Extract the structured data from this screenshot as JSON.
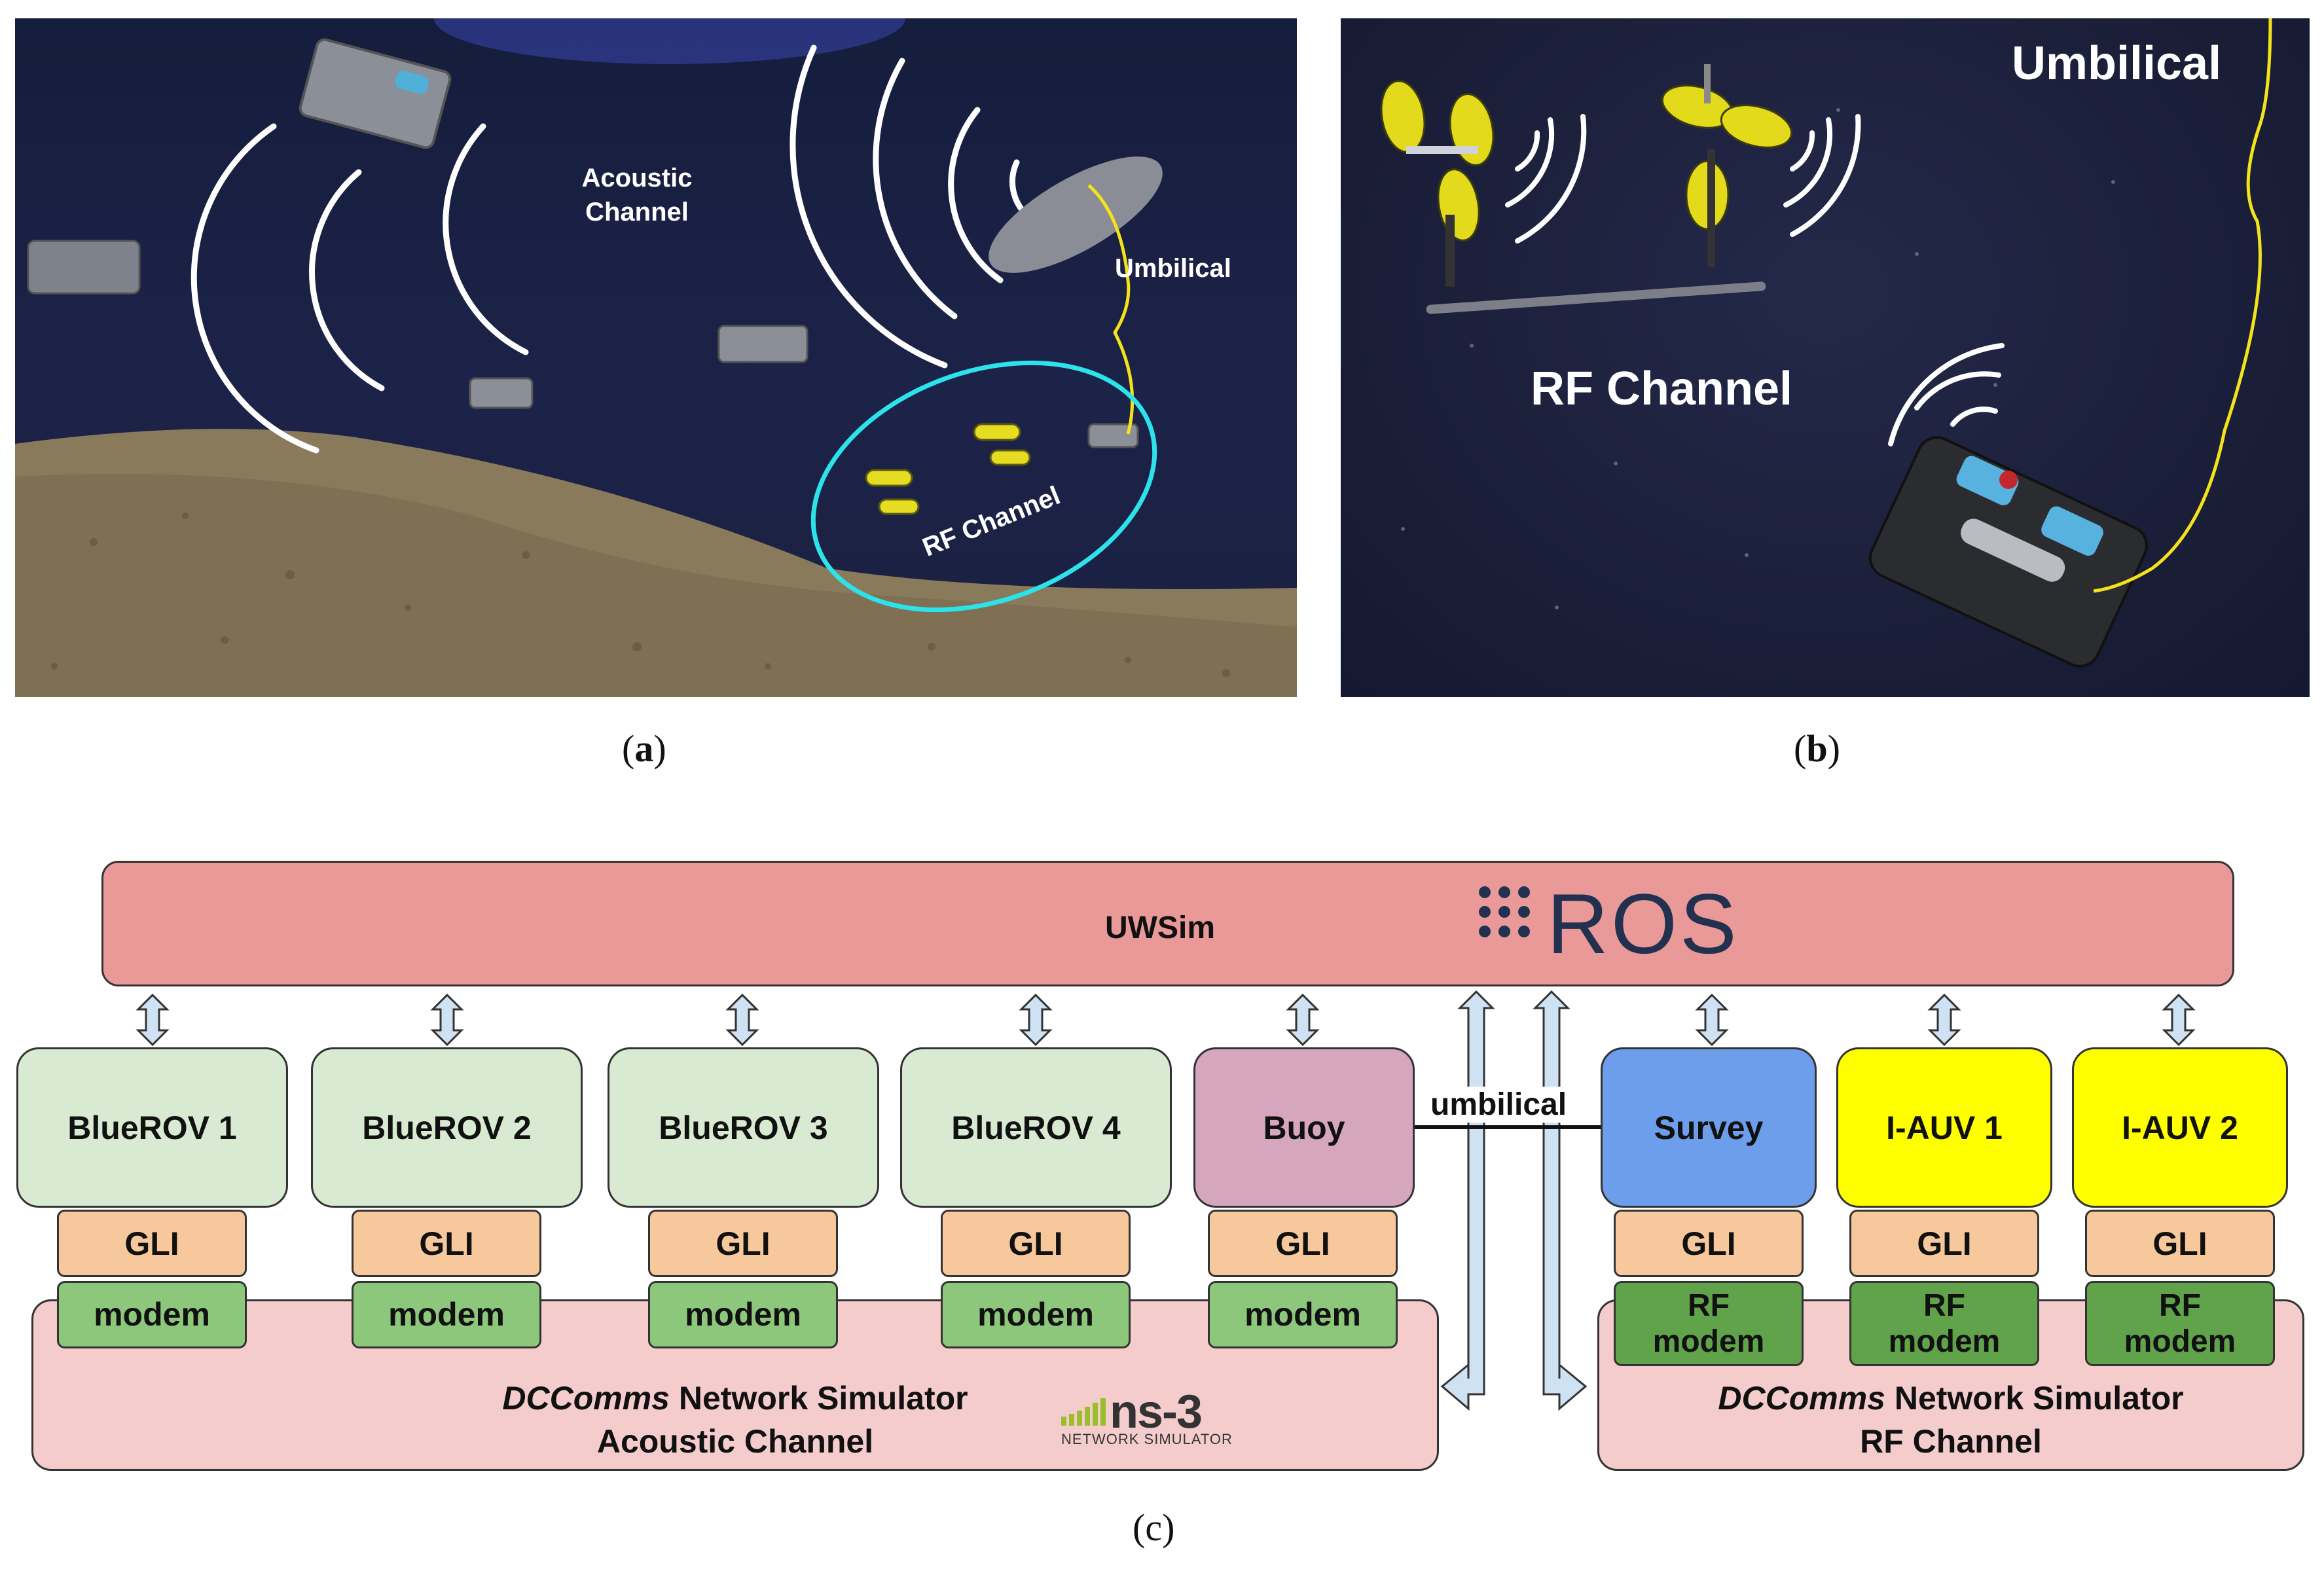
{
  "panel_a": {
    "labels": {
      "acoustic_channel_line1": "Acoustic",
      "acoustic_channel_line2": "Channel",
      "umbilical": "Umbilical",
      "rf_channel": "RF Channel"
    }
  },
  "panel_b": {
    "labels": {
      "umbilical": "Umbilical",
      "rf_channel": "RF Channel"
    }
  },
  "captions": {
    "a": "a",
    "b": "b",
    "c": "c"
  },
  "diagram": {
    "top_bar": {
      "uwsim": "UWSim",
      "ros": "ROS"
    },
    "umbilical_label": "umbilical",
    "vehicles": [
      {
        "label": "BlueROV 1",
        "color": "#d9ead3"
      },
      {
        "label": "BlueROV 2",
        "color": "#d9ead3"
      },
      {
        "label": "BlueROV 3",
        "color": "#d9ead3"
      },
      {
        "label": "BlueROV 4",
        "color": "#d9ead3"
      },
      {
        "label": "Buoy",
        "color": "#d5a6bd"
      },
      {
        "label": "Survey",
        "color": "#6d9eeb"
      },
      {
        "label": "I-AUV 1",
        "color": "#ffff00"
      },
      {
        "label": "I-AUV 2",
        "color": "#ffff00"
      }
    ],
    "gli_label": "GLI",
    "modem_label": "modem",
    "rf_modem_line1": "RF",
    "rf_modem_line2": "modem",
    "acoustic_sim": {
      "title_italic": "DCComms",
      "title_rest": " Network Simulator",
      "subtitle": "Acoustic Channel"
    },
    "rf_sim": {
      "title_italic": "DCComms",
      "title_rest": " Network Simulator",
      "subtitle": "RF Channel"
    },
    "ns3_logo": {
      "name": "ns-3",
      "tagline": "NETWORK SIMULATOR"
    }
  }
}
